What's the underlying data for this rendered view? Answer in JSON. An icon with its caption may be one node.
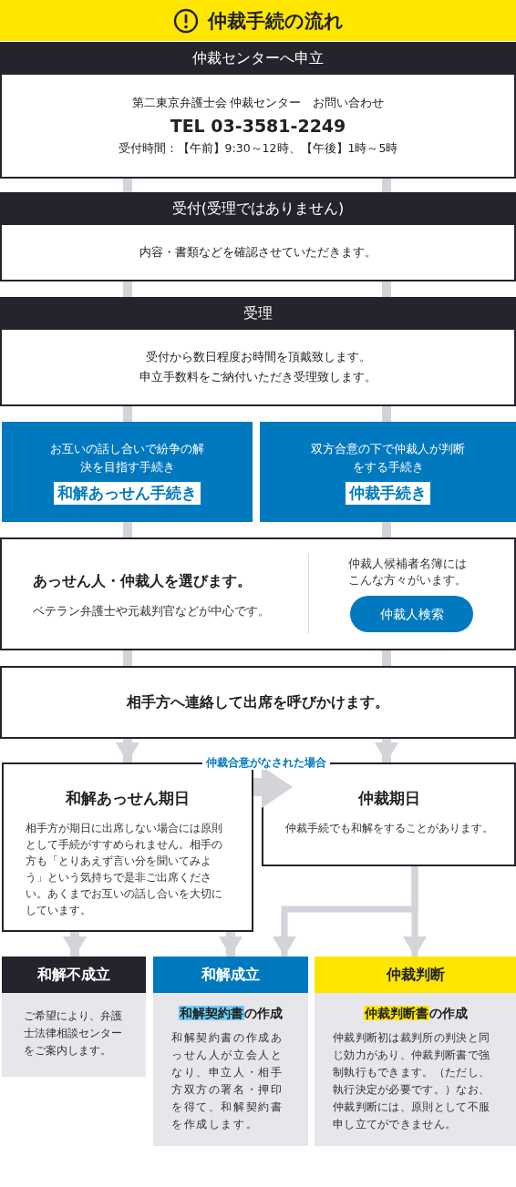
{
  "diagram": {
    "title": "仲裁手続の流れ",
    "nodes": [
      {
        "text": [
          "仲裁センターへ申立",
          "第二東京弁護士会 仲裁センター　お問い合わせ",
          "TEL  03-3581-2249",
          "受付時間：【午前】9:30～12時、【午後】1時～5時"
        ]
      },
      {
        "text": [
          "受付(受理ではありません)",
          "内容・書類などを確認させていただきます。"
        ]
      },
      {
        "text": [
          "受理",
          "受付から数日程度お時間を頂戴致します。",
          "申立手数料をご納付いただき受理致します。"
        ]
      },
      {
        "text": [
          "お互いの話し合いで紛争の解決を目指す手続き",
          "和解あっせん手続き"
        ]
      },
      {
        "text": [
          "双方合意の下で仲裁人が判断をする手続き",
          "仲裁手続き"
        ]
      },
      {
        "text": [
          "あっせん人・仲裁人を選びます。",
          "ベテラン弁護士や元裁判官などが中心です。",
          "仲裁人候補者名簿にはこんな方々がいます。"
        ]
      },
      {
        "text": [
          "仲裁人検索"
        ],
        "in": 5
      },
      {
        "text": [
          "相手方へ連絡して出席を呼びかけます。"
        ]
      },
      {
        "text": [
          "和解あっせん期日",
          "相手方が期日に出席しない場合には原則として手続がすすめられません。相手の方も「とりあえず言い分を聞いてみよう」という気持ちで是非ご出席ください。あくまでお互いの話し合いを大切にしています。"
        ]
      },
      {
        "text": [
          "仲裁期日",
          "仲裁手続でも和解をすることがあります。"
        ]
      },
      {
        "text": [
          "和解不成立",
          "ご希望により、弁護士法律相談センターをご案内します。"
        ]
      },
      {
        "text": [
          "和解成立",
          "和解契約書",
          "の作成",
          "和解契約書の作成あっせん人が立会人となり、申立人・相手方双方の署名・押印を得て、和解契約書を作成します。"
        ]
      },
      {
        "text": [
          "仲裁判断",
          "仲裁判断書",
          "の作成",
          "仲裁判断初は裁判所の判決と同じ効力があり、仲裁判断書で強制執行もできます。（ただし、執行決定が必要です。）なお、仲裁判断には、原則として不服申し立てができません。"
        ]
      }
    ],
    "edges": [
      {
        "from": 0,
        "to": 1,
        "arrow": "none"
      },
      {
        "from": 0,
        "to": 1,
        "arrow": "none"
      },
      {
        "from": 1,
        "to": 2,
        "arrow": "none"
      },
      {
        "from": 1,
        "to": 2,
        "arrow": "none"
      },
      {
        "from": 2,
        "to": 3,
        "arrow": "none"
      },
      {
        "from": 2,
        "to": 4,
        "arrow": "none"
      },
      {
        "from": 3,
        "to": 5,
        "arrow": "none"
      },
      {
        "from": 4,
        "to": 5,
        "arrow": "none"
      },
      {
        "from": 5,
        "to": 7,
        "arrow": "none"
      },
      {
        "from": 5,
        "to": 7,
        "arrow": "none"
      },
      {
        "from": 7,
        "to": 8,
        "arrow": "to"
      },
      {
        "from": 7,
        "to": 9,
        "arrow": "to"
      },
      {
        "from": 8,
        "to": 9,
        "arrow": "to",
        "label": "仲裁合意がなされた場合",
        "style": "thick"
      },
      {
        "from": 8,
        "to": 10,
        "arrow": "to"
      },
      {
        "from": 8,
        "to": 11,
        "arrow": "to"
      },
      {
        "from": 9,
        "to": 11,
        "arrow": "to"
      },
      {
        "from": 9,
        "to": 12,
        "arrow": "to"
      }
    ]
  }
}
